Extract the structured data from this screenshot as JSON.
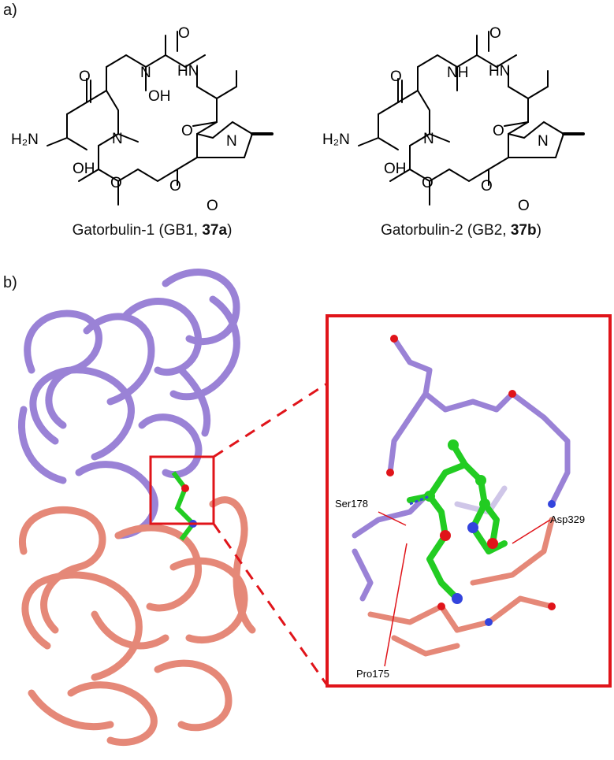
{
  "panel_a_label": "a)",
  "panel_b_label": "b)",
  "molecules": [
    {
      "caption_prefix": "Gatorbulin-1 (GB1, ",
      "caption_bold": "37a",
      "caption_suffix": ")",
      "n_substituent_top": "O",
      "n_substituent_bottom": "OH",
      "n_label": "N"
    },
    {
      "caption_prefix": "Gatorbulin-2 (GB2, ",
      "caption_bold": "37b",
      "caption_suffix": ")",
      "n_substituent_top": "NH",
      "n_label": "NH"
    }
  ],
  "atom_labels": {
    "amide": "H₂N",
    "oh": "OH",
    "o": "O",
    "n": "N",
    "hn": "HN"
  },
  "residues": {
    "ser": "Ser178",
    "asp": "Asp329",
    "pro": "Pro175"
  },
  "colors": {
    "protein_top": "#9a82d6",
    "protein_bottom": "#e58878",
    "ligand": "#22cc22",
    "box": "#e0141a",
    "oxygen": "#e0141a",
    "nitrogen": "#3344dd"
  }
}
